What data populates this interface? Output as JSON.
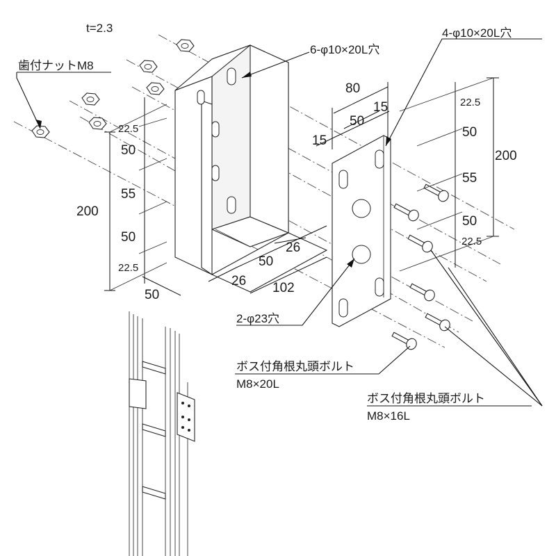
{
  "thickness_label": "t=2.3",
  "nut_label": "歯付ナットM8",
  "slot_upper_label": "6-φ10×20L穴",
  "slot_right_label": "4-φ10×20L穴",
  "round_hole_label": "2-φ23穴",
  "bolt_20_name": "ボス付角根丸頭ボルト",
  "bolt_20_size": "M8×20L",
  "bolt_16_name": "ボス付角根丸頭ボルト",
  "bolt_16_size": "M8×16L",
  "left_dims": {
    "total": "200",
    "d1": "22.5",
    "d2": "50",
    "d3": "55",
    "d4": "50",
    "d5": "22.5"
  },
  "bottom_dims": {
    "width": "50",
    "flange": "26",
    "mid": "50",
    "flange2": "26",
    "depth": "102"
  },
  "right_dims": {
    "total": "200",
    "d1": "22.5",
    "d2": "50",
    "d3": "55",
    "d4": "50",
    "d5": "22.5"
  },
  "top_dims": {
    "width": "80",
    "mid": "50",
    "edge_r": "15",
    "edge_l": "15"
  }
}
